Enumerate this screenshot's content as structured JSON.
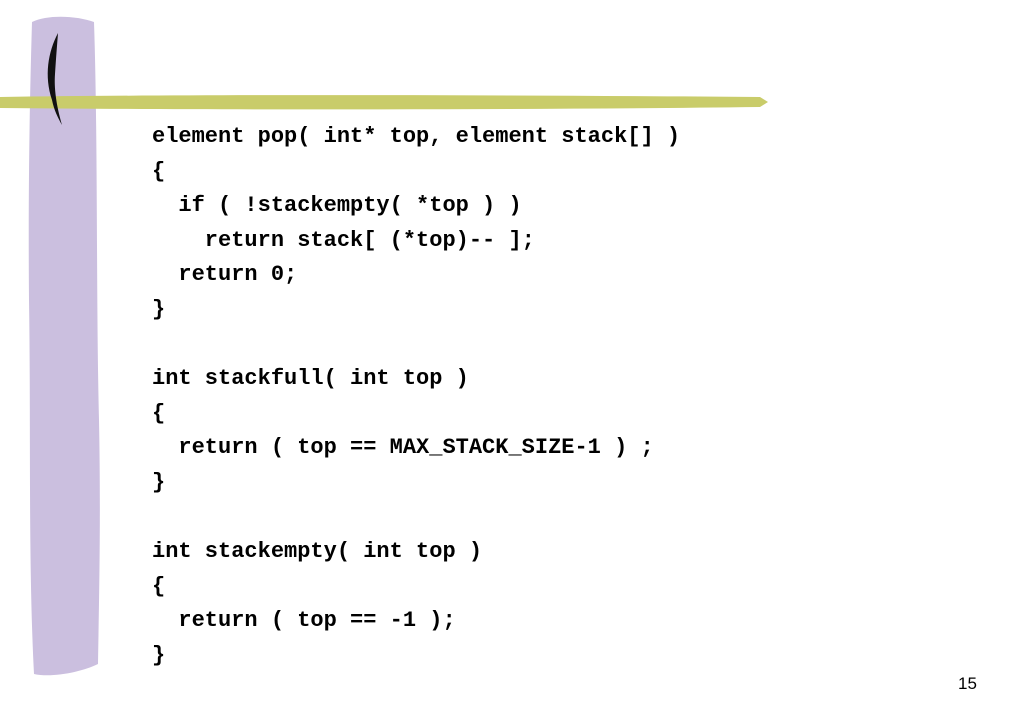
{
  "slide": {
    "page_number": "15",
    "code_lines": [
      "element pop( int* top, element stack[] )",
      "{",
      "  if ( !stackempty( *top ) )",
      "    return stack[ (*top)-- ];",
      "  return 0;",
      "}",
      "",
      "int stackfull( int top )",
      "{",
      "  return ( top == MAX_STACK_SIZE-1 ) ;",
      "}",
      "",
      "int stackempty( int top )",
      "{",
      "  return ( top == -1 );",
      "}"
    ]
  },
  "theme": {
    "sidebar_color": "#cbbfdf",
    "rule_color": "#c9cc6a",
    "bracket_color": "#111111"
  }
}
